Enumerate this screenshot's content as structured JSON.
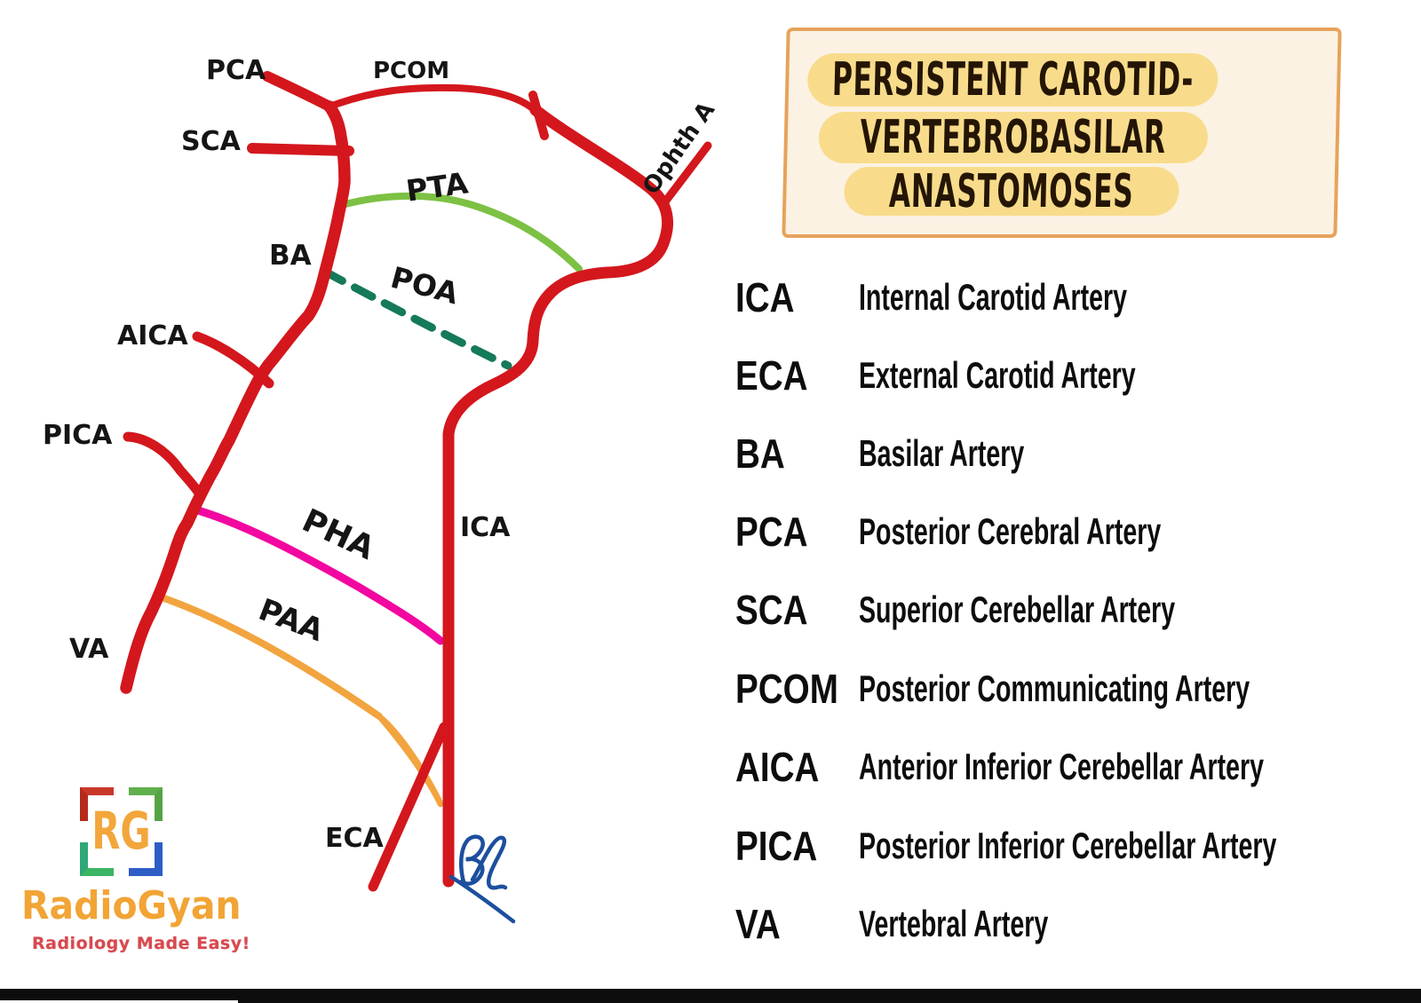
{
  "title": {
    "lines": [
      "PERSISTENT CAROTID-",
      "VERTEBROBASILAR",
      "ANASTOMOSES"
    ]
  },
  "legend": {
    "rows": [
      {
        "abbr": "ICA",
        "name": "Internal Carotid Artery"
      },
      {
        "abbr": "ECA",
        "name": "External Carotid Artery"
      },
      {
        "abbr": "BA",
        "name": "Basilar Artery"
      },
      {
        "abbr": "PCA",
        "name": "Posterior Cerebral Artery"
      },
      {
        "abbr": "SCA",
        "name": "Superior Cerebellar Artery"
      },
      {
        "abbr": "PCOM",
        "name": "Posterior Communicating Artery"
      },
      {
        "abbr": "AICA",
        "name": "Anterior Inferior Cerebellar Artery"
      },
      {
        "abbr": "PICA",
        "name": "Posterior Inferior Cerebellar Artery"
      },
      {
        "abbr": "VA",
        "name": "Vertebral Artery"
      }
    ]
  },
  "diagram": {
    "labels": {
      "pca": "PCA",
      "pcom": "PCOM",
      "sca": "SCA",
      "pta": "PTA",
      "ba": "BA",
      "poa": "POA",
      "aica": "AICA",
      "pica": "PICA",
      "pha": "PHA",
      "paa": "PAA",
      "va": "VA",
      "ica": "ICA",
      "eca": "ECA",
      "ophth": "Ophth A"
    }
  },
  "logo": {
    "monogram": "RG",
    "name": "RadioGyan",
    "tagline": "Radiology Made Easy!"
  },
  "colors": {
    "vessel_red": "#D3171D",
    "pta_green": "#7CC144",
    "poa_teal": "#15795B",
    "pha_magenta": "#F207A0",
    "paa_orange": "#F2A43E",
    "signature_blue": "#1D4F9E",
    "title_box_bg": "#FBF2E3",
    "title_box_border": "#E6A35B",
    "highlight_yellow": "#F8DC8C",
    "title_text": "#241505",
    "legend_text": "#0D0D0D",
    "label_text": "#151515",
    "logo_orange": "#F2A63B",
    "tagline_red": "#D7494F",
    "bottom_bar": "#0D0D0D"
  }
}
